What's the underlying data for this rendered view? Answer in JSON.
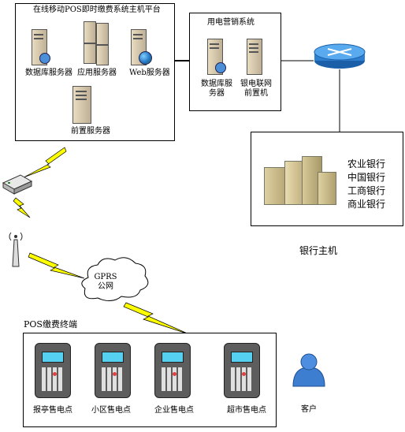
{
  "platform": {
    "title": "在线移动POS即时缴费系统主机平台",
    "servers": [
      "数据库服务器",
      "应用服务器",
      "Web服务器",
      "前置服务器"
    ]
  },
  "marketing": {
    "title": "用电营销系统",
    "db_server": [
      "数据库服",
      "务器"
    ],
    "unionpay": [
      "银电联网",
      "前置机"
    ]
  },
  "banks": {
    "names": [
      "农业银行",
      "中国银行",
      "工商银行",
      "商业银行"
    ],
    "caption": "银行主机"
  },
  "network": {
    "gprs": [
      "GPRS",
      "公网"
    ]
  },
  "pos": {
    "title": "POS缴费终端",
    "points": [
      "报亭售电点",
      "小区售电点",
      "企业售电点",
      "超市售电点"
    ]
  },
  "customer": {
    "label": "客户"
  }
}
